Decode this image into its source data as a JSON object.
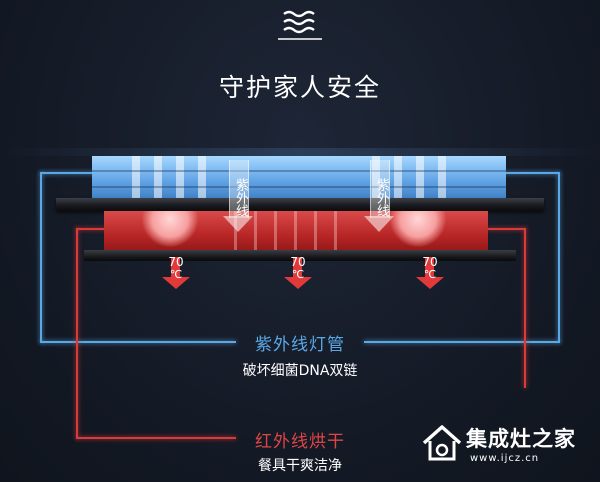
{
  "header": {
    "title": "守护家人安全",
    "icon": "steam-wave-icon"
  },
  "appliance": {
    "uv_arrow_text": "紫外线",
    "temperature": {
      "value": "70",
      "unit": "℃"
    }
  },
  "features": [
    {
      "label": "紫外线灯管",
      "description": "破坏细菌DNA双链",
      "color": "#5aa8e6"
    },
    {
      "label": "红外线烘干",
      "description": "餐具干爽洁净",
      "color": "#d93a3a"
    }
  ],
  "watermark": {
    "name": "集成灶之家",
    "url": "www.ijcz.cn"
  }
}
